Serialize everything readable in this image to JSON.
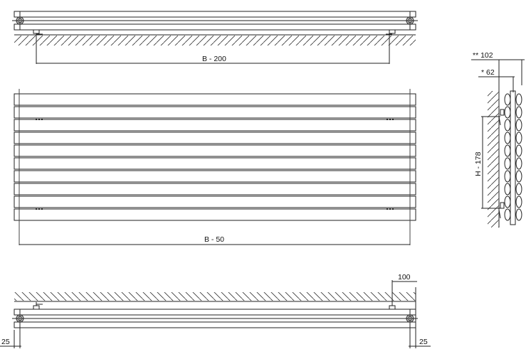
{
  "drawing": {
    "top_view": {
      "dimension_label": "B - 200"
    },
    "front_view": {
      "dimension_label": "B - 50",
      "tube_count": 10
    },
    "bottom_view": {
      "dimension_left": "25",
      "dimension_right": "25",
      "dimension_top_right": "100"
    },
    "side_view": {
      "dimension_depth_max": "** 102",
      "dimension_depth_min": "* 62",
      "dimension_height": "H - 178"
    }
  },
  "colors": {
    "line": "#222222",
    "background": "#ffffff"
  }
}
